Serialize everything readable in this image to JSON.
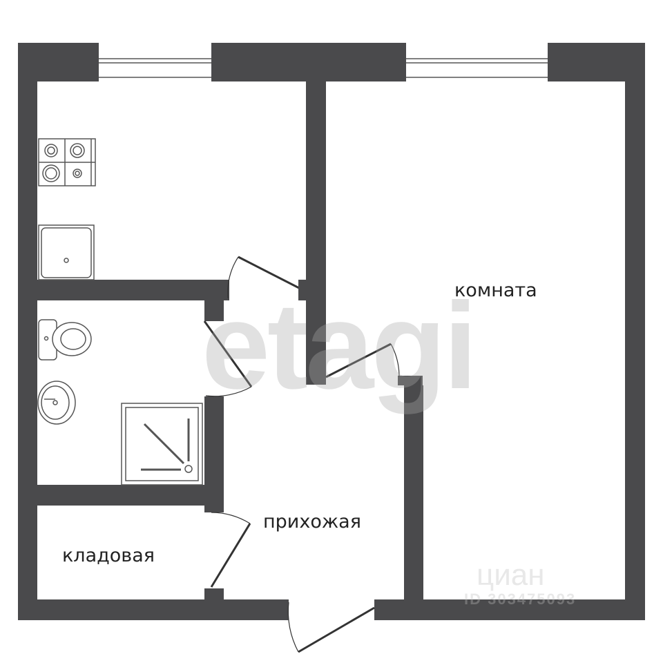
{
  "rooms": {
    "komnata": "комната",
    "prihozhaya": "прихожая",
    "kladovaya": "кладовая"
  },
  "watermarks": {
    "main": "etagi",
    "cian": "циан",
    "listing_id": "ID 303475093"
  },
  "colors": {
    "wall": "#4a4a4c",
    "fixture_stroke": "#555555",
    "background": "#ffffff"
  }
}
